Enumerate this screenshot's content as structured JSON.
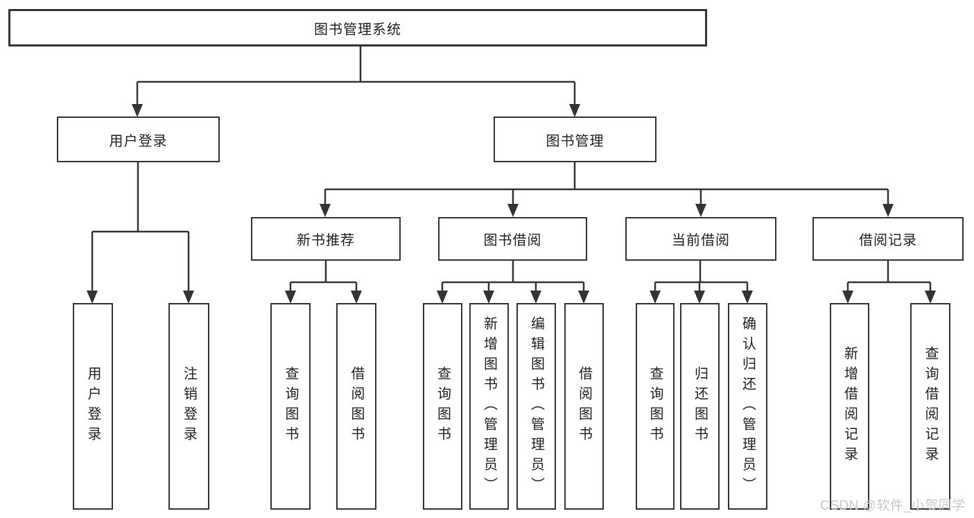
{
  "tree": {
    "root": {
      "label": "图书管理系统"
    },
    "branches": [
      {
        "label": "用户登录",
        "children": [
          {
            "label": "用户登录"
          },
          {
            "label": "注销登录"
          }
        ]
      },
      {
        "label": "图书管理",
        "children": [
          {
            "label": "新书推荐",
            "children": [
              {
                "label": "查询图书"
              },
              {
                "label": "借阅图书"
              }
            ]
          },
          {
            "label": "图书借阅",
            "children": [
              {
                "label": "查询图书"
              },
              {
                "label": "新增图书（管理员）"
              },
              {
                "label": "编辑图书（管理员）"
              },
              {
                "label": "借阅图书"
              }
            ]
          },
          {
            "label": "当前借阅",
            "children": [
              {
                "label": "查询图书"
              },
              {
                "label": "归还图书"
              },
              {
                "label": "确认归还（管理员）"
              }
            ]
          },
          {
            "label": "借阅记录",
            "children": [
              {
                "label": "新增借阅记录"
              },
              {
                "label": "查询借阅记录"
              }
            ]
          }
        ]
      }
    ]
  },
  "watermark": {
    "text": "CSDN @软件_小贺同学"
  },
  "colors": {
    "background": "#ffffff",
    "line": "#333333",
    "box_border": "#333333",
    "text": "#1f1f1f",
    "watermark": "#c9cacd"
  }
}
